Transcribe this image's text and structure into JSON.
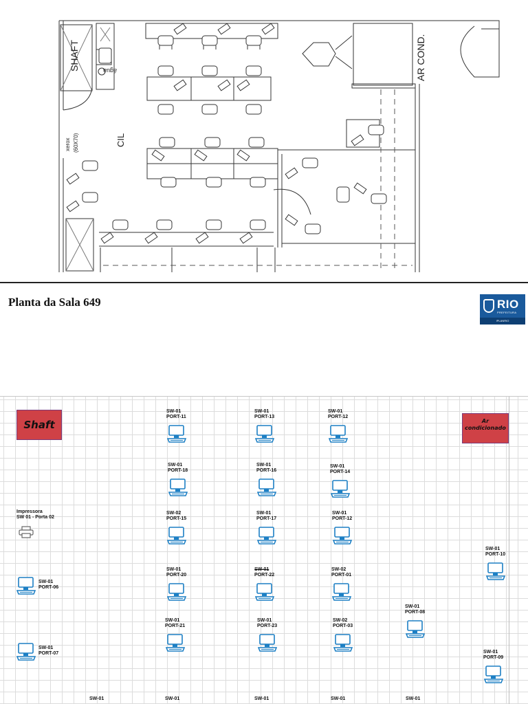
{
  "floor_plan": {
    "labels": {
      "shaft": "SHAFT",
      "agua": "água",
      "ar_cond": "AR COND.",
      "cil": "CIL",
      "xerox": "xerox",
      "xerox_size": "(60X70)"
    }
  },
  "title_band": {
    "title": "Planta da Sala 649",
    "logo": {
      "word": "RIO",
      "sub": "PREFEITURA",
      "strip": "IPLANRIO"
    }
  },
  "network_map": {
    "shaft_label": "Shaft",
    "ac_label": "Ar condicionado",
    "printer": {
      "line1": "Impressora",
      "line2": "SW 01 - Porta 02"
    },
    "workstations": [
      {
        "id": "r1c1",
        "sw": "SW-01",
        "port": "PORT-11"
      },
      {
        "id": "r1c2",
        "sw": "SW-01",
        "port": "PORT-13"
      },
      {
        "id": "r1c3",
        "sw": "SW-01",
        "port": "PORT-12"
      },
      {
        "id": "r2c1",
        "sw": "SW-01",
        "port": "PORT-18"
      },
      {
        "id": "r2c2",
        "sw": "SW-01",
        "port": "PORT-16"
      },
      {
        "id": "r2c3",
        "sw": "SW-01",
        "port": "PORT-14"
      },
      {
        "id": "r3c1",
        "sw": "SW-02",
        "port": "PORT-15"
      },
      {
        "id": "r3c2",
        "sw": "SW-01",
        "port": "PORT-17"
      },
      {
        "id": "r3c3",
        "sw": "SW-01",
        "port": "PORT-12"
      },
      {
        "id": "r4c1",
        "sw": "SW-01",
        "port": "PORT-20"
      },
      {
        "id": "r4c2",
        "sw": "SW-01",
        "port": "PORT-22"
      },
      {
        "id": "r4c3",
        "sw": "SW-02",
        "port": "PORT-01"
      },
      {
        "id": "r5c1",
        "sw": "SW-01",
        "port": "PORT-21"
      },
      {
        "id": "r5c2",
        "sw": "SW-01",
        "port": "PORT-23"
      },
      {
        "id": "r5c3",
        "sw": "SW-02",
        "port": "PORT-03"
      },
      {
        "id": "mid-right",
        "sw": "SW-01",
        "port": "PORT-08"
      },
      {
        "id": "far-right-top",
        "sw": "SW-01",
        "port": "PORT-10"
      },
      {
        "id": "far-right-bottom",
        "sw": "SW-01",
        "port": "PORT-09"
      },
      {
        "id": "left-1",
        "sw": "SW-01",
        "port": "PORT-06"
      },
      {
        "id": "left-2",
        "sw": "SW-01",
        "port": "PORT-07"
      },
      {
        "id": "bottom-1",
        "sw": "SW-01",
        "port": ""
      },
      {
        "id": "bottom-2",
        "sw": "SW-01",
        "port": ""
      },
      {
        "id": "bottom-3",
        "sw": "SW-01",
        "port": ""
      },
      {
        "id": "bottom-4",
        "sw": "SW-01",
        "port": ""
      },
      {
        "id": "bottom-5",
        "sw": "SW-01",
        "port": ""
      }
    ]
  }
}
